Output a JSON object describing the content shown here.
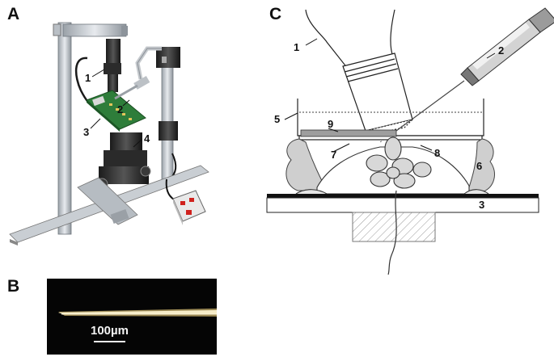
{
  "panels": {
    "a": {
      "letter": "A",
      "callouts": [
        "1",
        "2",
        "3",
        "4"
      ],
      "controller_button_color": "#d0211d",
      "board_color": "#2e7d3a"
    },
    "b": {
      "letter": "B",
      "scale_bar_label": "100µm"
    },
    "c": {
      "letter": "C",
      "callouts": [
        "1",
        "2",
        "3",
        "5",
        "6",
        "7",
        "8",
        "9"
      ]
    }
  }
}
